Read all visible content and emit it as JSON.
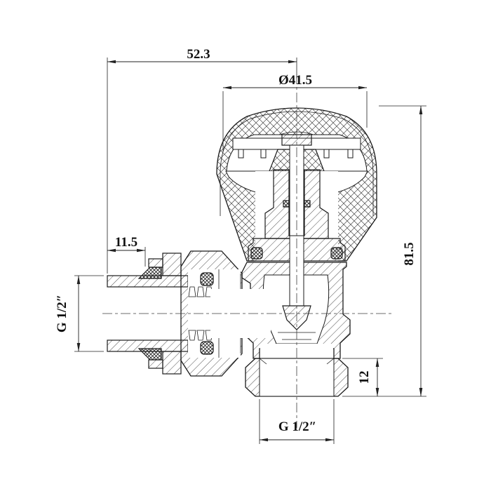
{
  "meta": {
    "background": "#ffffff",
    "line_color": "#1b1b1b",
    "text_color": "#111111"
  },
  "dimensions": {
    "top_width": "52.3",
    "cap_diameter": "Ø41.5",
    "overall_height": "81.5",
    "inlet_thread_length": "11.5",
    "inlet_thread": "G 1/2″",
    "outlet_nut_height": "12",
    "outlet_thread": "G 1/2″"
  }
}
